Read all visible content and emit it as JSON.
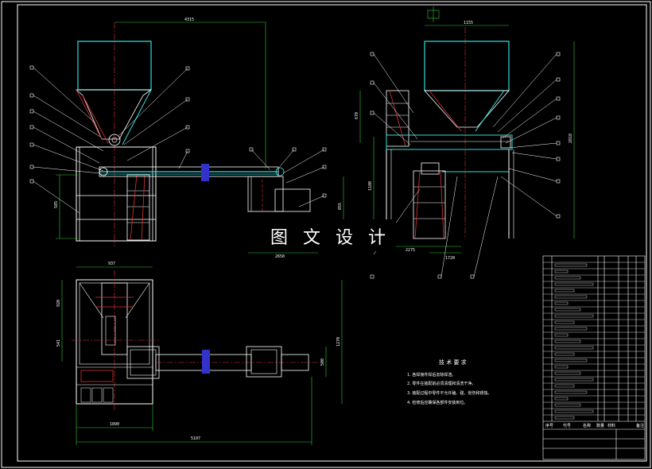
{
  "watermark": "图 文 设 计",
  "tech_requirements": {
    "title": "技 术 要 求",
    "items": [
      "1. 各焊接件焊后去除焊渣。",
      "2. 零件在装配前必须清理和清洗干净。",
      "3. 装配过程中零件不允许磕、碰、划伤和锈蚀。",
      "4. 检修后应确保各部件安装到位。"
    ]
  },
  "dimensions": {
    "front_top": "4315",
    "front_left_h": "585",
    "front_right_h": "855",
    "front_bottom": "2650",
    "side_top": "1155",
    "side_left_1": "670",
    "side_left_2": "1180",
    "side_right": "2818",
    "side_bottom_a": "2275",
    "side_bottom_b": "1720",
    "plan_top": "937",
    "plan_left_1": "920",
    "plan_left_2": "541",
    "plan_right_1": "1270",
    "plan_right_2": "500",
    "plan_bottom_1": "1890",
    "plan_bottom_2": "5107"
  },
  "title_block": {
    "col_headers": [
      "序号",
      "代号",
      "名称",
      "数量",
      "材料",
      "备注"
    ]
  }
}
